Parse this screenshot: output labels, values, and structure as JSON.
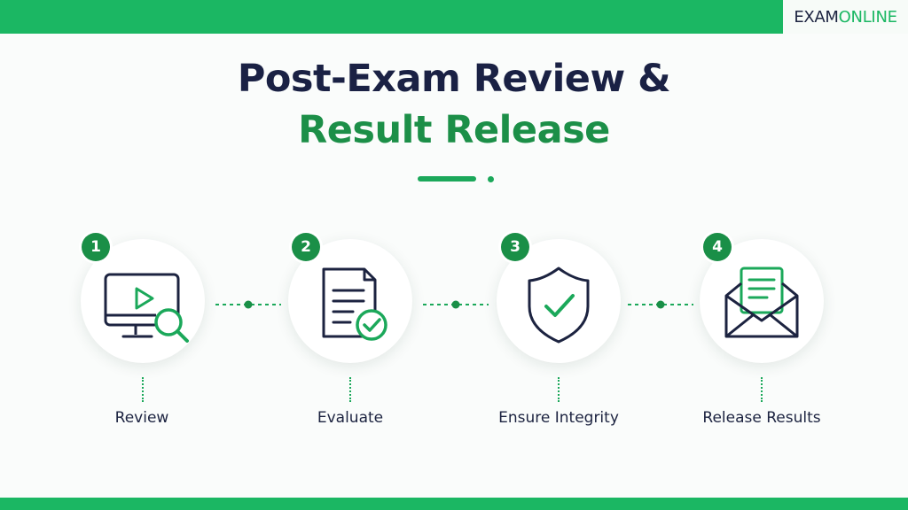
{
  "brand": {
    "part1": "EXAM",
    "part2": "ONLINE"
  },
  "title": {
    "line1": "Post-Exam Review &",
    "line2": "Result Release"
  },
  "colors": {
    "brand_green": "#1bb763",
    "dark_green": "#1a8f47",
    "navy": "#1a2144",
    "icon_stroke": "#1c2340"
  },
  "steps": [
    {
      "number": "1",
      "label": "Review",
      "icon": "monitor-play-search-icon"
    },
    {
      "number": "2",
      "label": "Evaluate",
      "icon": "document-check-icon"
    },
    {
      "number": "3",
      "label": "Ensure Integrity",
      "icon": "shield-check-icon"
    },
    {
      "number": "4",
      "label": "Release Results",
      "icon": "envelope-letter-icon"
    }
  ]
}
